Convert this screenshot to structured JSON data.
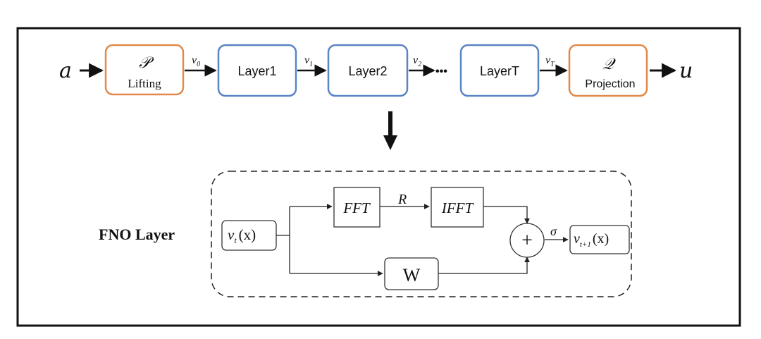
{
  "pipeline": {
    "input_symbol": "a",
    "output_symbol": "u",
    "lifting": {
      "symbol": "𝒫",
      "label": "Lifting"
    },
    "projection": {
      "symbol": "𝒬",
      "label": "Projection"
    },
    "layers": [
      "Layer1",
      "Layer2",
      "LayerT"
    ],
    "edges": {
      "v0": {
        "base": "v",
        "sub": "0"
      },
      "v1": {
        "base": "v",
        "sub": "1"
      },
      "v2": {
        "base": "v",
        "sub": "2"
      },
      "vT": {
        "base": "v",
        "sub": "T"
      }
    },
    "ellipsis": "•••"
  },
  "fno": {
    "title": "FNO Layer",
    "input": {
      "base": "v",
      "sub": "t",
      "arg": "(x)"
    },
    "fft": "FFT",
    "r": "R",
    "ifft": "IFFT",
    "w": "W",
    "plus": "+",
    "sigma": "σ",
    "output": {
      "base": "v",
      "sub": "t+1",
      "arg": "(x)"
    }
  },
  "colors": {
    "orange": "#E08A4A",
    "blue": "#5B84C4",
    "black": "#111111",
    "gray": "#444444"
  }
}
